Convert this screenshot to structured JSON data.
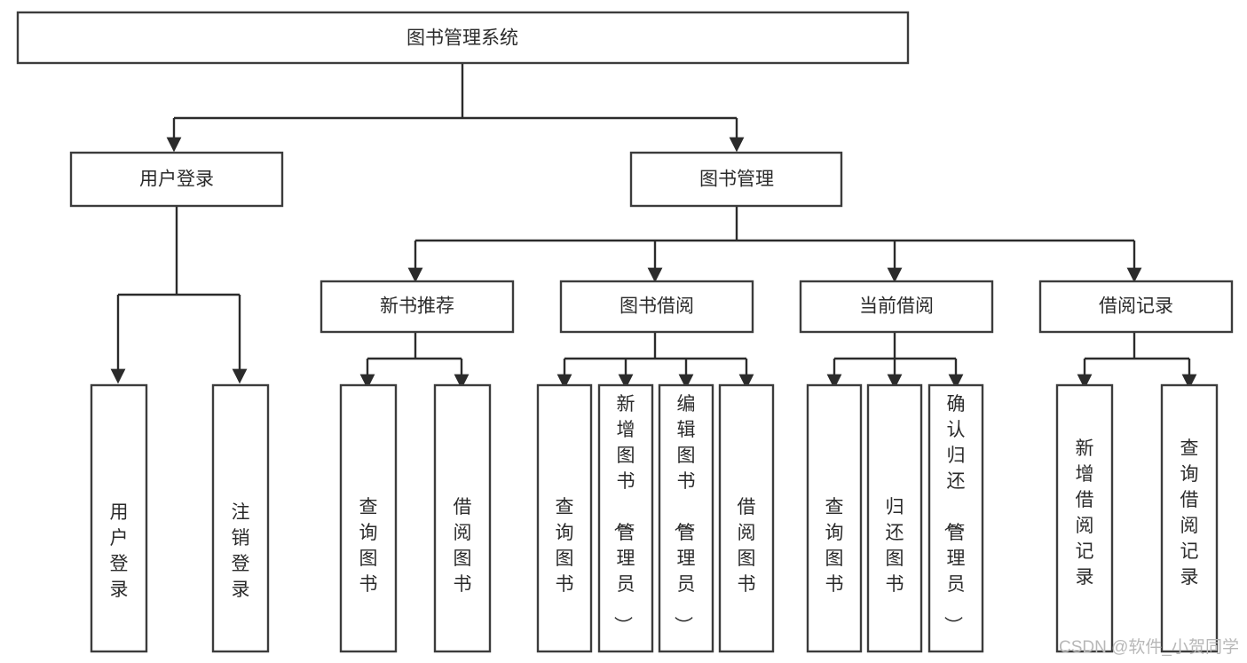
{
  "diagram": {
    "type": "hierarchy-tree",
    "title": "图书管理系统",
    "root": {
      "id": "root",
      "label": "图书管理系统"
    },
    "level2": [
      {
        "id": "user-login",
        "label": "用户登录"
      },
      {
        "id": "book-manage",
        "label": "图书管理"
      }
    ],
    "level3": [
      {
        "id": "new-book-recommend",
        "label": "新书推荐",
        "parent": "book-manage"
      },
      {
        "id": "book-borrow",
        "label": "图书借阅",
        "parent": "book-manage"
      },
      {
        "id": "current-borrow",
        "label": "当前借阅",
        "parent": "book-manage"
      },
      {
        "id": "borrow-record",
        "label": "借阅记录",
        "parent": "book-manage"
      }
    ],
    "leaves": {
      "user-login": [
        {
          "id": "leaf-user-login",
          "label": "用户登录"
        },
        {
          "id": "leaf-user-logout",
          "label": "注销登录"
        }
      ],
      "new-book-recommend": [
        {
          "id": "leaf-query-book-1",
          "label": "查询图书"
        },
        {
          "id": "leaf-borrow-book-1",
          "label": "借阅图书"
        }
      ],
      "book-borrow": [
        {
          "id": "leaf-query-book-2",
          "label": "查询图书"
        },
        {
          "id": "leaf-add-book",
          "label": "新增图书（管理员）"
        },
        {
          "id": "leaf-edit-book",
          "label": "编辑图书（管理员）"
        },
        {
          "id": "leaf-borrow-book-2",
          "label": "借阅图书"
        }
      ],
      "current-borrow": [
        {
          "id": "leaf-query-book-3",
          "label": "查询图书"
        },
        {
          "id": "leaf-return-book",
          "label": "归还图书"
        },
        {
          "id": "leaf-confirm-return",
          "label": "确认归还（管理员）"
        }
      ],
      "borrow-record": [
        {
          "id": "leaf-add-record",
          "label": "新增借阅记录"
        },
        {
          "id": "leaf-query-record",
          "label": "查询借阅记录"
        }
      ]
    }
  },
  "watermark": {
    "text": "CSDN @软件_小贺同学"
  },
  "colors": {
    "box_border": "#3c3c3c",
    "box_fill": "#ffffff",
    "connector": "#2b2b2b",
    "text": "#2b2b2b",
    "watermark": "#b8b8b8",
    "background": "#ffffff"
  }
}
